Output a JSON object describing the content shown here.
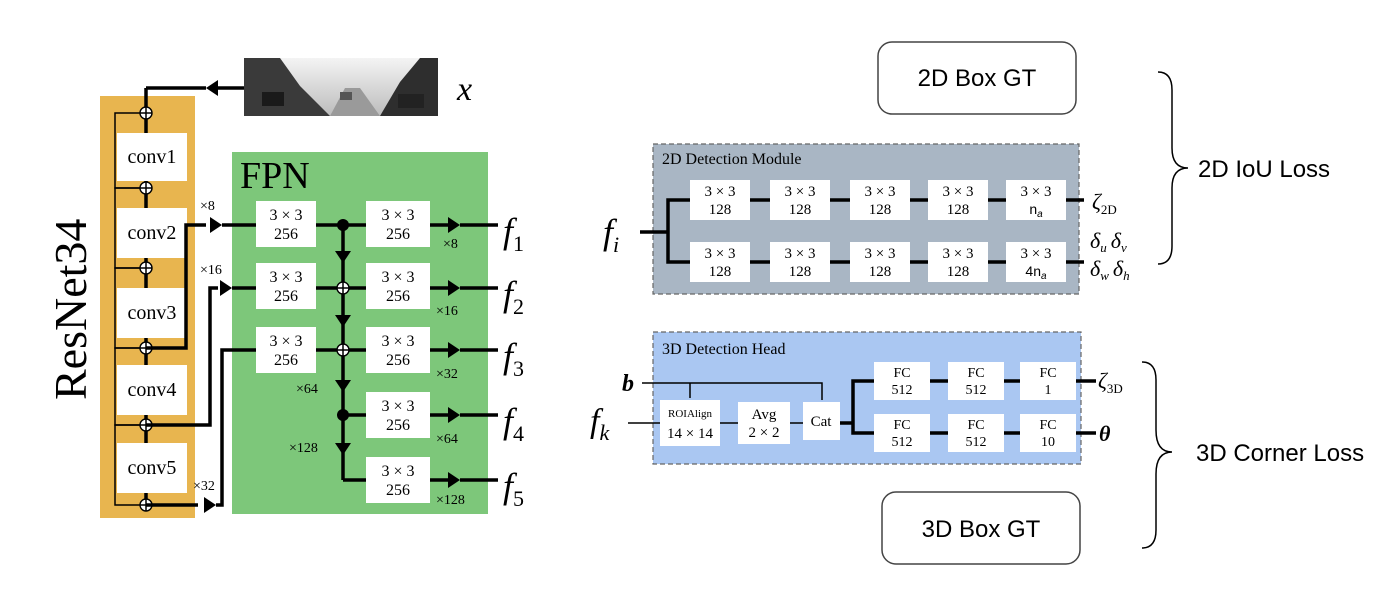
{
  "input": {
    "label": "x"
  },
  "backbone": {
    "name": "ResNet34",
    "blocks": [
      "conv1",
      "conv2",
      "conv3",
      "conv4",
      "conv5"
    ],
    "strides": [
      "×8",
      "×16",
      "×32"
    ]
  },
  "fpn": {
    "title": "FPN",
    "lateral": [
      {
        "size": "3 × 3",
        "ch": "256"
      },
      {
        "size": "3 × 3",
        "ch": "256"
      },
      {
        "size": "3 × 3",
        "ch": "256"
      }
    ],
    "outputs": [
      {
        "size": "3 × 3",
        "ch": "256",
        "scale": "×8",
        "name": "f",
        "sub": "1"
      },
      {
        "size": "3 × 3",
        "ch": "256",
        "scale": "×16",
        "name": "f",
        "sub": "2"
      },
      {
        "size": "3 × 3",
        "ch": "256",
        "scale": "×32",
        "name": "f",
        "sub": "3"
      },
      {
        "size": "3 × 3",
        "ch": "256",
        "scale": "×64",
        "name": "f",
        "sub": "4"
      },
      {
        "size": "3 × 3",
        "ch": "256",
        "scale": "×128",
        "name": "f",
        "sub": "5"
      }
    ],
    "down_scales": [
      "×64",
      "×128"
    ]
  },
  "module_2d": {
    "title": "2D Detection Module",
    "input": {
      "name": "f",
      "sub": "i"
    },
    "row1": [
      {
        "size": "3 × 3",
        "ch": "128"
      },
      {
        "size": "3 × 3",
        "ch": "128"
      },
      {
        "size": "3 × 3",
        "ch": "128"
      },
      {
        "size": "3 × 3",
        "ch": "128"
      },
      {
        "size": "3 × 3",
        "ch": "n",
        "ch_sub": "a"
      }
    ],
    "row2": [
      {
        "size": "3 × 3",
        "ch": "128"
      },
      {
        "size": "3 × 3",
        "ch": "128"
      },
      {
        "size": "3 × 3",
        "ch": "128"
      },
      {
        "size": "3 × 3",
        "ch": "128"
      },
      {
        "size": "3 × 3",
        "ch": "4n",
        "ch_sub": "a"
      }
    ],
    "out1": {
      "sym": "ζ",
      "sub": "2D"
    },
    "out2": [
      "δ",
      "u",
      "δ",
      "v",
      "δ",
      "w",
      "δ",
      "h"
    ]
  },
  "head_3d": {
    "title": "3D Detection Head",
    "input_b": "b",
    "input_f": {
      "name": "f",
      "sub": "k"
    },
    "roialign": {
      "label": "ROIAlign",
      "size": "14 × 14"
    },
    "avg": {
      "label": "Avg",
      "size": "2 × 2"
    },
    "cat": "Cat",
    "row1": [
      {
        "label": "FC",
        "val": "512"
      },
      {
        "label": "FC",
        "val": "512"
      },
      {
        "label": "FC",
        "val": "1"
      }
    ],
    "row2": [
      {
        "label": "FC",
        "val": "512"
      },
      {
        "label": "FC",
        "val": "512"
      },
      {
        "label": "FC",
        "val": "10"
      }
    ],
    "out1": {
      "sym": "ζ",
      "sub": "3D"
    },
    "out2": "θ"
  },
  "gt": {
    "box2d": "2D Box GT",
    "box3d": "3D Box GT"
  },
  "losses": {
    "iou": "2D IoU Loss",
    "corner": "3D Corner Loss"
  },
  "colors": {
    "backbone": "#e8b54f",
    "fpn": "#7dc77a",
    "module_2d": "#a9b6c4",
    "head_3d": "#aac7f2"
  }
}
